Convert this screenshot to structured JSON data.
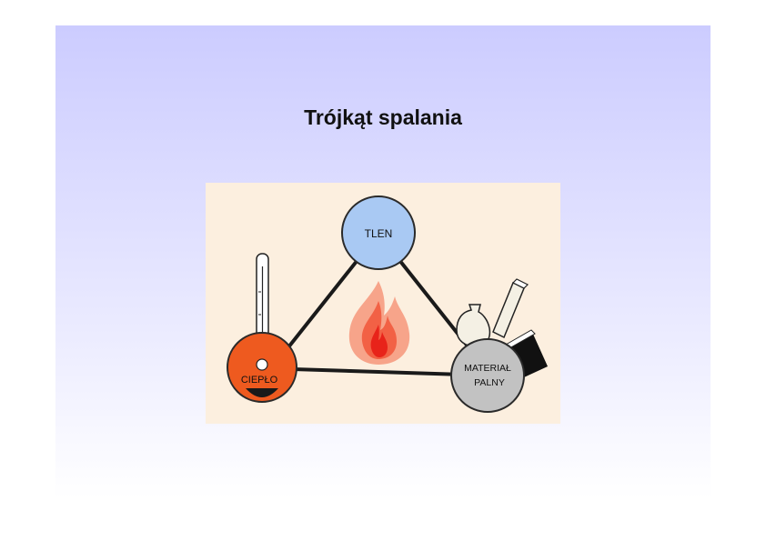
{
  "slide": {
    "title": "Trójkąt spalania"
  },
  "diagram": {
    "nodes": {
      "oxygen": {
        "label": "TLEN",
        "color": "#a9c9f3"
      },
      "heat": {
        "label": "CIEPŁO",
        "color": "#ee5a1f"
      },
      "fuel": {
        "line1": "MATERIAŁ",
        "line2": "PALNY",
        "color": "#c2c2c2"
      }
    },
    "icons": [
      "thermometer-icon",
      "flame-icon",
      "sack-icon",
      "wood-plank-icon",
      "fuel-block-icon"
    ]
  }
}
